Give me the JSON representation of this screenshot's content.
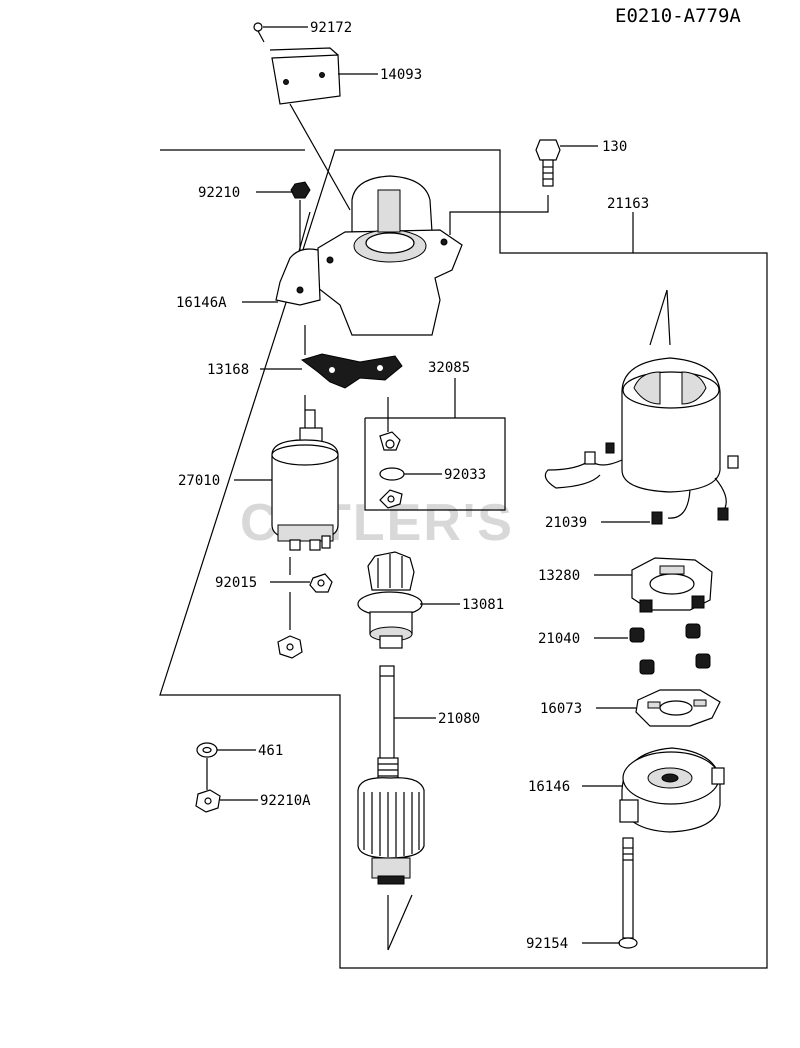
{
  "diagram_code": "E0210-A779A",
  "watermark": "CUTLER'S",
  "labels": {
    "l92172": "92172",
    "l14093": "14093",
    "l130": "130",
    "l21163": "21163",
    "l92210": "92210",
    "l16146A": "16146A",
    "l13168": "13168",
    "l32085": "32085",
    "l27010": "27010",
    "l92033": "92033",
    "l21039": "21039",
    "l92015": "92015",
    "l13081": "13081",
    "l13280": "13280",
    "l21040": "21040",
    "l16073": "16073",
    "l21080": "21080",
    "l461": "461",
    "l92210A": "92210A",
    "l16146": "16146",
    "l92154": "92154"
  }
}
